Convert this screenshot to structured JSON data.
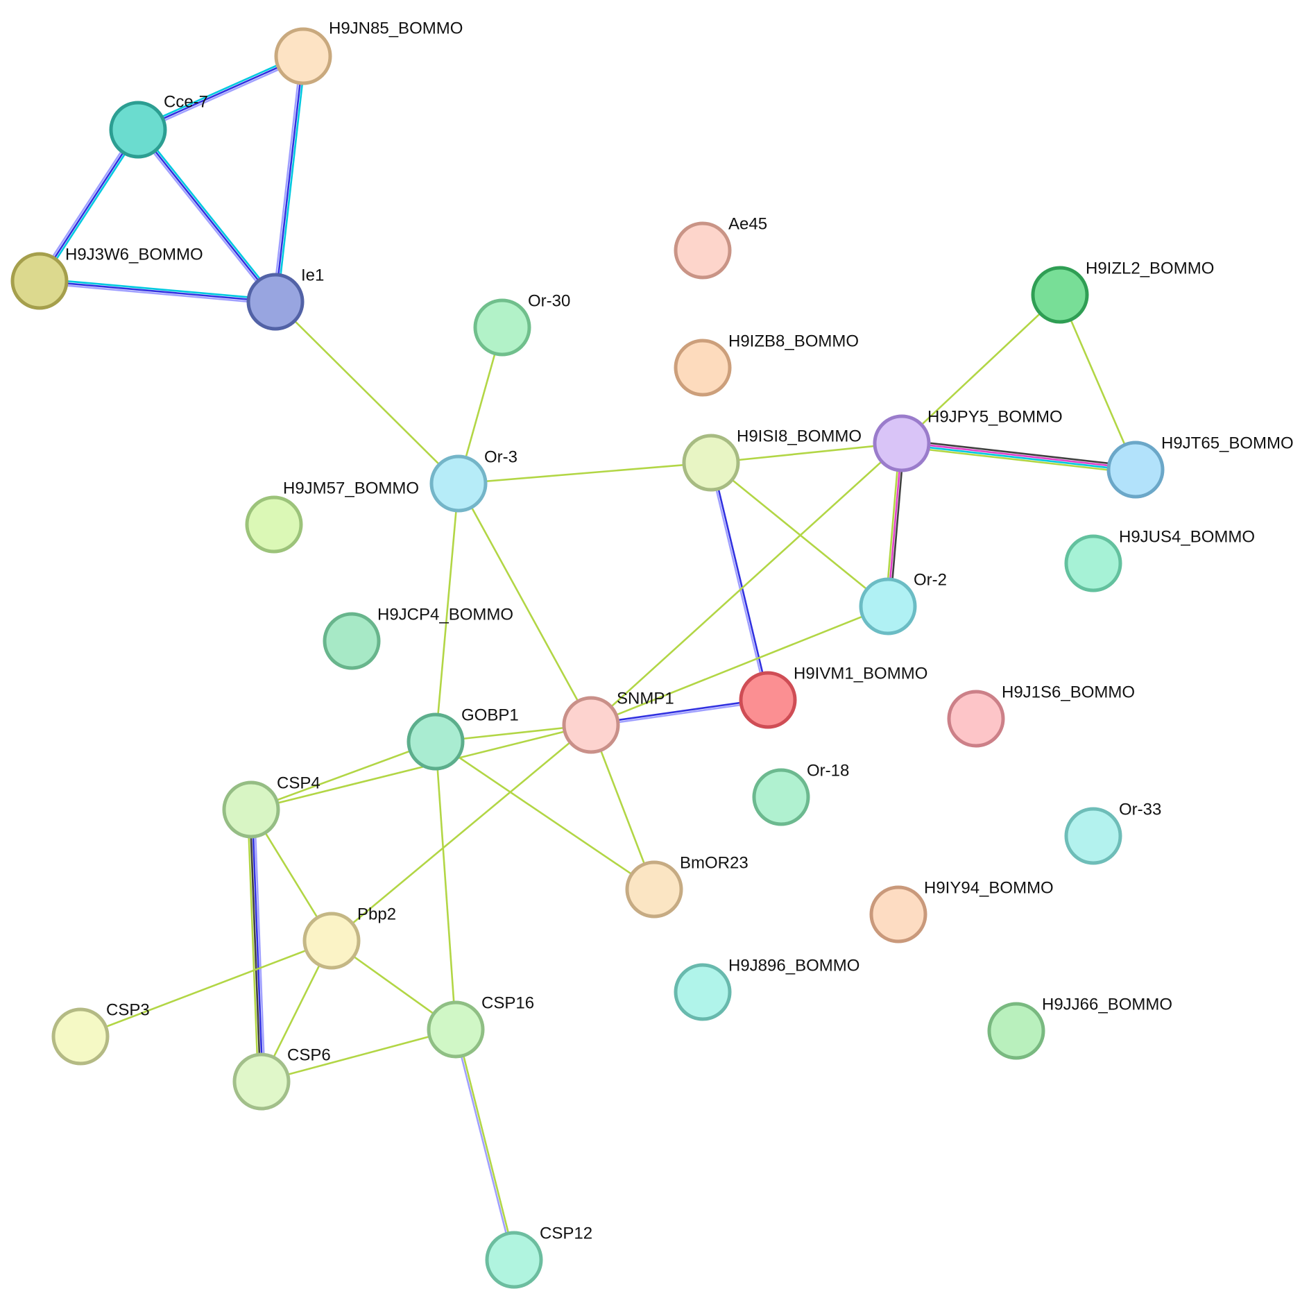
{
  "nodes": [
    {
      "id": "H9JN85_BOMMO",
      "label": "H9JN85_BOMMO",
      "fill": "#fde3c4",
      "stroke": "#c9a97e"
    },
    {
      "id": "Cce-7",
      "label": "Cce-7",
      "fill": "#6bdccf",
      "stroke": "#2c9e92"
    },
    {
      "id": "H9J3W6_BOMMO",
      "label": "H9J3W6_BOMMO",
      "fill": "#dcd98e",
      "stroke": "#a59f4c"
    },
    {
      "id": "Ie1",
      "label": "Ie1",
      "fill": "#98a5e0",
      "stroke": "#5262a6"
    },
    {
      "id": "Ae45",
      "label": "Ae45",
      "fill": "#fdd5cb",
      "stroke": "#c99486"
    },
    {
      "id": "Or-30",
      "label": "Or-30",
      "fill": "#b2f2c8",
      "stroke": "#70bf8c"
    },
    {
      "id": "H9IZB8_BOMMO",
      "label": "H9IZB8_BOMMO",
      "fill": "#fddbbd",
      "stroke": "#cc9f7b"
    },
    {
      "id": "H9IZL2_BOMMO",
      "label": "H9IZL2_BOMMO",
      "fill": "#78de97",
      "stroke": "#2f9e54"
    },
    {
      "id": "H9JPY5_BOMMO",
      "label": "H9JPY5_BOMMO",
      "fill": "#d9c4f7",
      "stroke": "#9a7ccb"
    },
    {
      "id": "H9JT65_BOMMO",
      "label": "H9JT65_BOMMO",
      "fill": "#b2e2fb",
      "stroke": "#6ba7c8"
    },
    {
      "id": "H9ISI8_BOMMO",
      "label": "H9ISI8_BOMMO",
      "fill": "#e8f5c4",
      "stroke": "#a7bb82"
    },
    {
      "id": "Or-3",
      "label": "Or-3",
      "fill": "#b6ecf8",
      "stroke": "#74b5c8"
    },
    {
      "id": "H9JM57_BOMMO",
      "label": "H9JM57_BOMMO",
      "fill": "#dbf8b6",
      "stroke": "#9cc37a"
    },
    {
      "id": "H9JUS4_BOMMO",
      "label": "H9JUS4_BOMMO",
      "fill": "#a6f2d6",
      "stroke": "#63c19e"
    },
    {
      "id": "Or-2",
      "label": "Or-2",
      "fill": "#b0f1f4",
      "stroke": "#6bbcc4"
    },
    {
      "id": "H9JCP4_BOMMO",
      "label": "H9JCP4_BOMMO",
      "fill": "#a7e9c6",
      "stroke": "#68b58c"
    },
    {
      "id": "H9IVM1_BOMMO",
      "label": "H9IVM1_BOMMO",
      "fill": "#fb8f92",
      "stroke": "#cf4d55"
    },
    {
      "id": "H9J1S6_BOMMO",
      "label": "H9J1S6_BOMMO",
      "fill": "#fdc5c8",
      "stroke": "#cc8088"
    },
    {
      "id": "SNMP1",
      "label": "SNMP1",
      "fill": "#fdd3cf",
      "stroke": "#c99089"
    },
    {
      "id": "GOBP1",
      "label": "GOBP1",
      "fill": "#a9ecd1",
      "stroke": "#5cae8c"
    },
    {
      "id": "CSP4",
      "label": "CSP4",
      "fill": "#d8f5c4",
      "stroke": "#95bd84"
    },
    {
      "id": "Or-18",
      "label": "Or-18",
      "fill": "#b0f1d0",
      "stroke": "#6cb98f"
    },
    {
      "id": "Or-33",
      "label": "Or-33",
      "fill": "#b3f2ee",
      "stroke": "#6ebdb8"
    },
    {
      "id": "BmOR23",
      "label": "BmOR23",
      "fill": "#fbe5c3",
      "stroke": "#c6ab83"
    },
    {
      "id": "H9IY94_BOMMO",
      "label": "H9IY94_BOMMO",
      "fill": "#fddcc2",
      "stroke": "#c9997b"
    },
    {
      "id": "Pbp2",
      "label": "Pbp2",
      "fill": "#fbf3c6",
      "stroke": "#c4b785"
    },
    {
      "id": "H9J896_BOMMO",
      "label": "H9J896_BOMMO",
      "fill": "#b0f4ea",
      "stroke": "#68b9ad"
    },
    {
      "id": "H9JJ66_BOMMO",
      "label": "H9JJ66_BOMMO",
      "fill": "#b9f0bd",
      "stroke": "#79b980"
    },
    {
      "id": "CSP3",
      "label": "CSP3",
      "fill": "#f5f9c5",
      "stroke": "#b4ba84"
    },
    {
      "id": "CSP16",
      "label": "CSP16",
      "fill": "#d0f7c6",
      "stroke": "#8fbf84"
    },
    {
      "id": "CSP6",
      "label": "CSP6",
      "fill": "#e0f7c9",
      "stroke": "#a2bf8a"
    },
    {
      "id": "CSP12",
      "label": "CSP12",
      "fill": "#b0f4df",
      "stroke": "#6cbd9f"
    }
  ],
  "edges": [
    {
      "source": "Cce-7",
      "target": "H9JN85_BOMMO",
      "colors": [
        "#00c8e0",
        "#3030e0",
        "#a0a0ff"
      ]
    },
    {
      "source": "H9JN85_BOMMO",
      "target": "Ie1",
      "colors": [
        "#00c8e0",
        "#3030e0",
        "#a0a0ff"
      ]
    },
    {
      "source": "Cce-7",
      "target": "H9J3W6_BOMMO",
      "colors": [
        "#00c8e0",
        "#3030e0",
        "#a0a0ff"
      ]
    },
    {
      "source": "Cce-7",
      "target": "Ie1",
      "colors": [
        "#00c8e0",
        "#3030e0",
        "#a0a0ff"
      ]
    },
    {
      "source": "H9J3W6_BOMMO",
      "target": "Ie1",
      "colors": [
        "#00c8e0",
        "#3030e0",
        "#a0a0ff"
      ]
    },
    {
      "source": "Ie1",
      "target": "Or-3",
      "colors": [
        "#b2d645"
      ]
    },
    {
      "source": "Or-30",
      "target": "Or-3",
      "colors": [
        "#b2d645"
      ]
    },
    {
      "source": "Or-3",
      "target": "H9ISI8_BOMMO",
      "colors": [
        "#b2d645"
      ]
    },
    {
      "source": "Or-3",
      "target": "GOBP1",
      "colors": [
        "#b2d645"
      ]
    },
    {
      "source": "Or-3",
      "target": "SNMP1",
      "colors": [
        "#b2d645"
      ]
    },
    {
      "source": "H9ISI8_BOMMO",
      "target": "H9JPY5_BOMMO",
      "colors": [
        "#b2d645"
      ]
    },
    {
      "source": "H9ISI8_BOMMO",
      "target": "Or-2",
      "colors": [
        "#b2d645"
      ]
    },
    {
      "source": "H9ISI8_BOMMO",
      "target": "H9IVM1_BOMMO",
      "colors": [
        "#3030e0",
        "#a0a0ff"
      ]
    },
    {
      "source": "H9IZL2_BOMMO",
      "target": "H9JPY5_BOMMO",
      "colors": [
        "#b2d645"
      ]
    },
    {
      "source": "H9IZL2_BOMMO",
      "target": "H9JT65_BOMMO",
      "colors": [
        "#b2d645"
      ]
    },
    {
      "source": "H9JPY5_BOMMO",
      "target": "H9JT65_BOMMO",
      "colors": [
        "#404040",
        "#e040c8",
        "#00c8e0",
        "#b2d645"
      ]
    },
    {
      "source": "H9JPY5_BOMMO",
      "target": "Or-2",
      "colors": [
        "#404040",
        "#e040c8",
        "#b2d645"
      ]
    },
    {
      "source": "H9JPY5_BOMMO",
      "target": "SNMP1",
      "colors": [
        "#b2d645"
      ]
    },
    {
      "source": "Or-2",
      "target": "SNMP1",
      "colors": [
        "#b2d645"
      ]
    },
    {
      "source": "SNMP1",
      "target": "H9IVM1_BOMMO",
      "colors": [
        "#3030e0",
        "#a0a0ff"
      ]
    },
    {
      "source": "SNMP1",
      "target": "GOBP1",
      "colors": [
        "#b2d645"
      ]
    },
    {
      "source": "SNMP1",
      "target": "CSP4",
      "colors": [
        "#b2d645"
      ]
    },
    {
      "source": "SNMP1",
      "target": "BmOR23",
      "colors": [
        "#b2d645"
      ]
    },
    {
      "source": "SNMP1",
      "target": "Pbp2",
      "colors": [
        "#b2d645"
      ]
    },
    {
      "source": "GOBP1",
      "target": "CSP4",
      "colors": [
        "#b2d645"
      ]
    },
    {
      "source": "GOBP1",
      "target": "BmOR23",
      "colors": [
        "#b2d645"
      ]
    },
    {
      "source": "GOBP1",
      "target": "CSP16",
      "colors": [
        "#b2d645"
      ]
    },
    {
      "source": "CSP4",
      "target": "Pbp2",
      "colors": [
        "#b2d645"
      ]
    },
    {
      "source": "CSP4",
      "target": "CSP6",
      "colors": [
        "#a0a0ff",
        "#3030e0",
        "#404040",
        "#b2d645"
      ]
    },
    {
      "source": "Pbp2",
      "target": "CSP3",
      "colors": [
        "#b2d645"
      ]
    },
    {
      "source": "Pbp2",
      "target": "CSP6",
      "colors": [
        "#b2d645"
      ]
    },
    {
      "source": "Pbp2",
      "target": "CSP16",
      "colors": [
        "#b2d645"
      ]
    },
    {
      "source": "CSP6",
      "target": "CSP16",
      "colors": [
        "#b2d645"
      ]
    },
    {
      "source": "CSP16",
      "target": "CSP12",
      "colors": [
        "#b2d645",
        "#a0a0ff"
      ]
    }
  ]
}
